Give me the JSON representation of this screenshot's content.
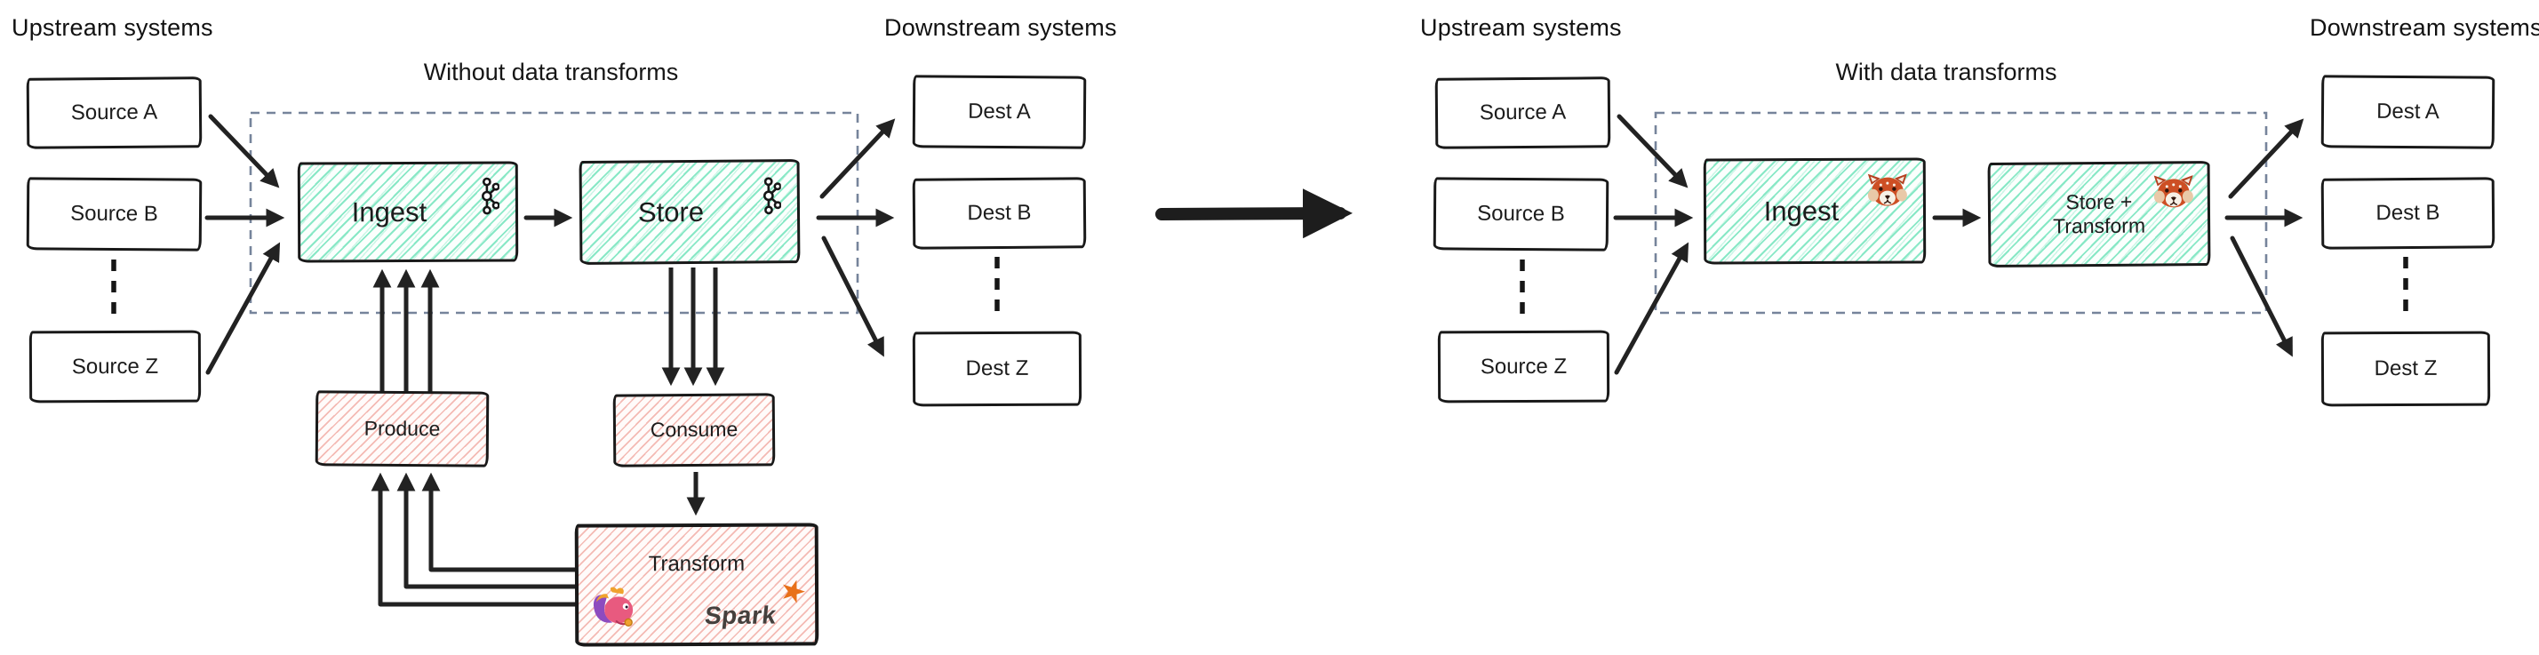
{
  "diagram_left": {
    "title": "Without data transforms",
    "upstream_label": "Upstream systems",
    "downstream_label": "Downstream systems",
    "sources": [
      "Source A",
      "Source B",
      "Source Z"
    ],
    "dests": [
      "Dest A",
      "Dest B",
      "Dest Z"
    ],
    "ingest_label": "Ingest",
    "store_label": "Store",
    "produce_label": "Produce",
    "consume_label": "Consume",
    "transform_label": "Transform",
    "spark_label": "Spark",
    "spark_star_glyph": "★",
    "ingest_icon": "kafka-logo",
    "store_icon": "kafka-logo",
    "transform_icons": [
      "flink-squirrel-logo",
      "spark-logo"
    ]
  },
  "diagram_right": {
    "title": "With data transforms",
    "upstream_label": "Upstream systems",
    "downstream_label": "Downstream systems",
    "sources": [
      "Source A",
      "Source B",
      "Source Z"
    ],
    "dests": [
      "Dest A",
      "Dest B",
      "Dest Z"
    ],
    "ingest_label": "Ingest",
    "store_transform_line1": "Store +",
    "store_transform_line2": "Transform",
    "ingest_icon": "redpanda-logo",
    "store_icon": "redpanda-logo"
  },
  "colors": {
    "green_hatch": "#7ce6c0",
    "pink_hatch": "#f0a49c",
    "box_border": "#191919",
    "dashed_group_border": "#76849b",
    "arrow": "#222222",
    "spark_orange": "#e8711b",
    "flink_pink": "#e85a7f",
    "flink_purple": "#8d4bbf",
    "flink_orange": "#f0a22e",
    "redpanda_red": "#cd4f24"
  }
}
